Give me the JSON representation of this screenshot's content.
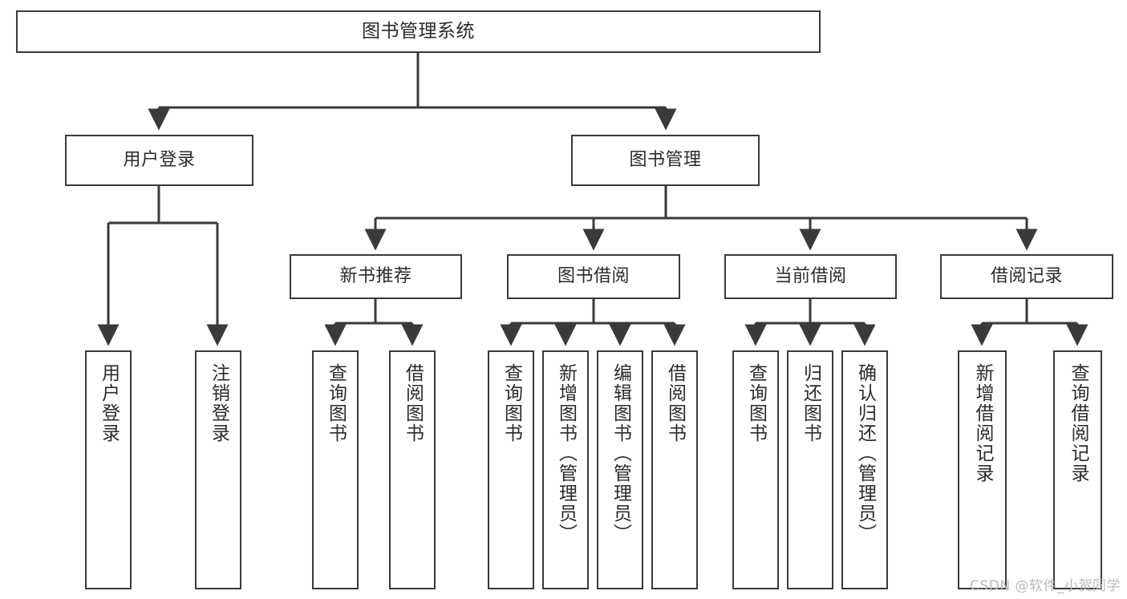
{
  "diagram": {
    "title": "图书管理系统",
    "type": "tree-hierarchy",
    "stroke_color": "#3a3a3a",
    "text_color": "#2b2b2b",
    "background": "#ffffff"
  },
  "nodes": {
    "root": {
      "label": "图书管理系统"
    },
    "level2": [
      {
        "id": "user-login",
        "label": "用户登录"
      },
      {
        "id": "book-manage",
        "label": "图书管理"
      }
    ],
    "level3": [
      {
        "id": "new-book-recommend",
        "label": "新书推荐"
      },
      {
        "id": "book-borrow",
        "label": "图书借阅"
      },
      {
        "id": "current-borrow",
        "label": "当前借阅"
      },
      {
        "id": "borrow-record",
        "label": "借阅记录"
      }
    ],
    "leaves": {
      "user_login": [
        {
          "id": "leaf-user-login",
          "label": "用户登录"
        },
        {
          "id": "leaf-logout-login",
          "label": "注销登录"
        }
      ],
      "new_book_recommend": [
        {
          "id": "leaf-query-book-1",
          "label": "查询图书"
        },
        {
          "id": "leaf-borrow-book-1",
          "label": "借阅图书"
        }
      ],
      "book_borrow": [
        {
          "id": "leaf-query-book-2",
          "label": "查询图书"
        },
        {
          "id": "leaf-add-book",
          "label": "新增图书（管理员）"
        },
        {
          "id": "leaf-edit-book",
          "label": "编辑图书（管理员）"
        },
        {
          "id": "leaf-borrow-book-2",
          "label": "借阅图书"
        }
      ],
      "current_borrow": [
        {
          "id": "leaf-query-book-3",
          "label": "查询图书"
        },
        {
          "id": "leaf-return-book",
          "label": "归还图书"
        },
        {
          "id": "leaf-confirm-return",
          "label": "确认归还（管理员）"
        }
      ],
      "borrow_record": [
        {
          "id": "leaf-add-record",
          "label": "新增借阅记录"
        },
        {
          "id": "leaf-query-record",
          "label": "查询借阅记录"
        }
      ]
    }
  },
  "watermark": {
    "text": "CSDN @软件_小贺同学"
  }
}
